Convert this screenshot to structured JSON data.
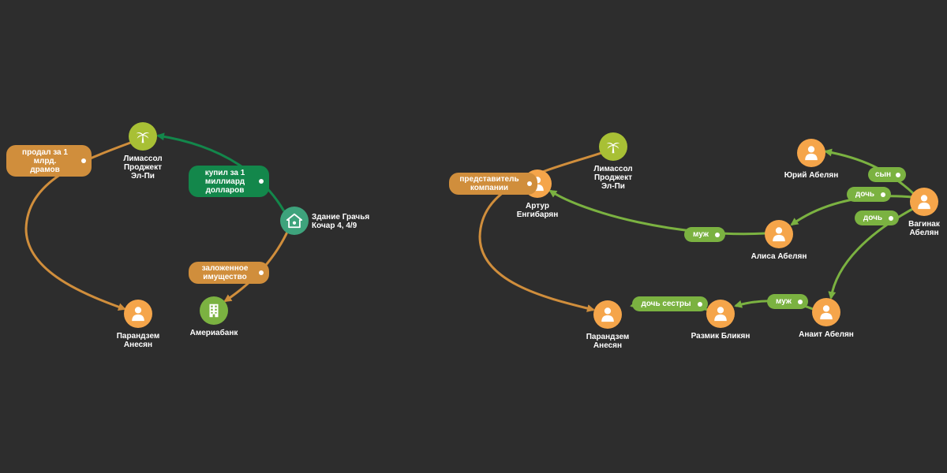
{
  "colors": {
    "background": "#2d2d2d",
    "person": "#f5a54a",
    "company": "#a8c035",
    "bank": "#7bb241",
    "property": "#3ea37c",
    "edge_orange": "#d08e3c",
    "edge_green": "#7bb241",
    "edge_dark_green": "#13874b"
  },
  "graph1": {
    "nodes": {
      "limassol": {
        "label": "Лимассол\nПроджект\nЭл-Пи",
        "icon": "palm-tree-icon"
      },
      "paranzem": {
        "label": "Парандзем\nАнесян",
        "icon": "person-icon"
      },
      "building": {
        "label": "Здание Грачья\nКочар 4, 4/9",
        "icon": "house-icon"
      },
      "ameriabank": {
        "label": "Америабанк",
        "icon": "building-icon"
      }
    },
    "edges": {
      "sold": "продал за 1\nмлрд.\nдрамов",
      "bought": "купил за 1\nмиллиард\nдолларов",
      "pledged": "заложенное\nимущество"
    }
  },
  "graph2": {
    "nodes": {
      "limassol": {
        "label": "Лимассол\nПроджект\nЭл-Пи",
        "icon": "palm-tree-icon"
      },
      "artur": {
        "label": "Артур\nЕнгибарян",
        "icon": "person-icon"
      },
      "paranzem": {
        "label": "Парандзем\nАнесян",
        "icon": "person-icon"
      },
      "razmik": {
        "label": "Размик Бликян",
        "icon": "person-icon"
      },
      "anait": {
        "label": "Анаит Абелян",
        "icon": "person-icon"
      },
      "alisa": {
        "label": "Алиса Абелян",
        "icon": "person-icon"
      },
      "yuri": {
        "label": "Юрий Абелян",
        "icon": "person-icon"
      },
      "vaginak": {
        "label": "Вагинак\nАбелян",
        "icon": "person-icon"
      }
    },
    "edges": {
      "representative": "представитель\nкомпании",
      "husband_alisa": "муж",
      "son": "сын",
      "daughter1": "дочь",
      "daughter2": "дочь",
      "husband_anait": "муж",
      "niece": "дочь сестры"
    }
  }
}
